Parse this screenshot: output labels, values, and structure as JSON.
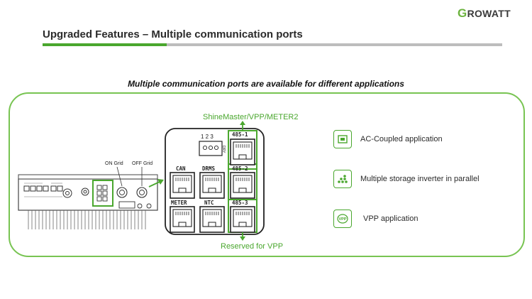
{
  "header": {
    "logo_text": "GROWATT",
    "title": "Upgraded Features – Multiple communication ports"
  },
  "subtitle": "Multiple communication ports are available for different applications",
  "diagram": {
    "top_callout": "ShineMaster/VPP/METER2",
    "bottom_callout": "Reserved for VPP",
    "on_grid_label": "ON Grid",
    "off_grid_label": "OFF Grid",
    "pin_numbers": "1 2 3",
    "ports": [
      "485-1",
      "CAN",
      "DRMS",
      "485-2",
      "METER",
      "NTC",
      "485-3"
    ]
  },
  "features": [
    {
      "label": "AC-Coupled application",
      "icon": "ac-coupled-icon"
    },
    {
      "label": "Multiple storage inverter in parallel",
      "icon": "parallel-dots-icon"
    },
    {
      "label": "VPP application",
      "icon": "vpp-icon",
      "icon_text": "VPP"
    }
  ],
  "colors": {
    "accent": "#4aa72e",
    "frame": "#78c452",
    "rule": "#bdbdbd"
  }
}
